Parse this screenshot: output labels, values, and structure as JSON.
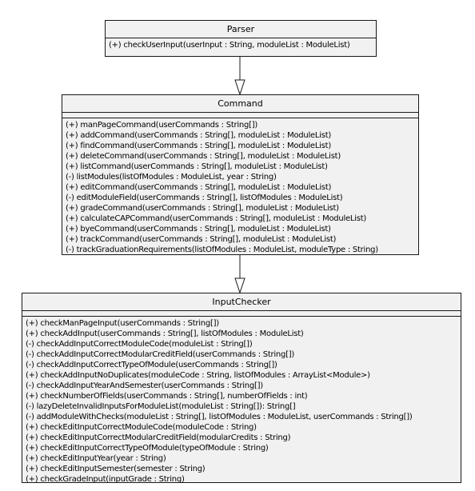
{
  "classes": {
    "parser": {
      "name": "Parser",
      "methods": [
        "(+) checkUserInput(userInput : String, moduleList : ModuleList)"
      ]
    },
    "command": {
      "name": "Command",
      "methods": [
        "(+) manPageCommand(userCommands : String[])",
        "(+) addCommand(userCommands : String[], moduleList : ModuleList)",
        "(+) findCommand(userCommands : String[], moduleList : ModuleList)",
        "(+) deleteCommand(userCommands : String[], moduleList : ModuleList)",
        "(+) listCommand(userCommands : String[], moduleList : ModuleList)",
        "(-) listModules(listOfModules : ModuleList, year : String)",
        "(+) editCommand(userCommands : String[], moduleList : ModuleList)",
        "(-) editModuleField(userCommands : String[], listOfModules : ModuleList)",
        "(+) gradeCommand(userCommands : String[], moduleList : ModuleList)",
        "(+) calculateCAPCommand(userCommands : String[], moduleList : ModuleList)",
        "(+) byeCommand(userCommands : String[], moduleList : ModuleList)",
        "(+) trackCommand(userCommands : String[], moduleList : ModuleList)",
        "(-) trackGraduationRequirements(listOfModules : ModuleList, moduleType : String)"
      ]
    },
    "inputchecker": {
      "name": "InputChecker",
      "methods": [
        "(+) checkManPageInput(userCommands : String[])",
        "(+) checkAddInput(userCommands : String[], listOfModules : ModuleList)",
        "(-) checkAddInputCorrectModuleCode(moduleList : String[])",
        "(-) checkAddInputCorrectModularCreditField(userCommands : String[])",
        "(-) checkAddInputCorrectTypeOfModule(userCommands : String[])",
        "(+) checkAddInputNoDuplicates(moduleCode : String, listOfModules : ArrayList<Module>)",
        "(-) checkAddInputYearAndSemester(userCommands : String[])",
        "(+) checkNumberOfFields(userCommands : String[], numberOfFields : int)",
        "(-) lazyDeleteInvalidInputsForModuleList(moduleList : String[]): String[]",
        "(-) addModuleWithChecks(moduleList : String[], listOfModules : ModuleList, userCommands : String[])",
        "(+) checkEditInputCorrectModuleCode(moduleCode : String)",
        "(+) checkEditInputCorrectModularCreditField(modularCredits : String)",
        "(+) checkEditInputCorrectTypeOfModule(typeOfModule : String)",
        "(+) checkEditInputYear(year : String)",
        "(+) checkEditInputSemester(semester : String)",
        "(+) checkGradeInput(inputGrade : String)"
      ]
    }
  },
  "colors": {
    "box_fill": "#f1f1f1",
    "line": "#181818"
  }
}
